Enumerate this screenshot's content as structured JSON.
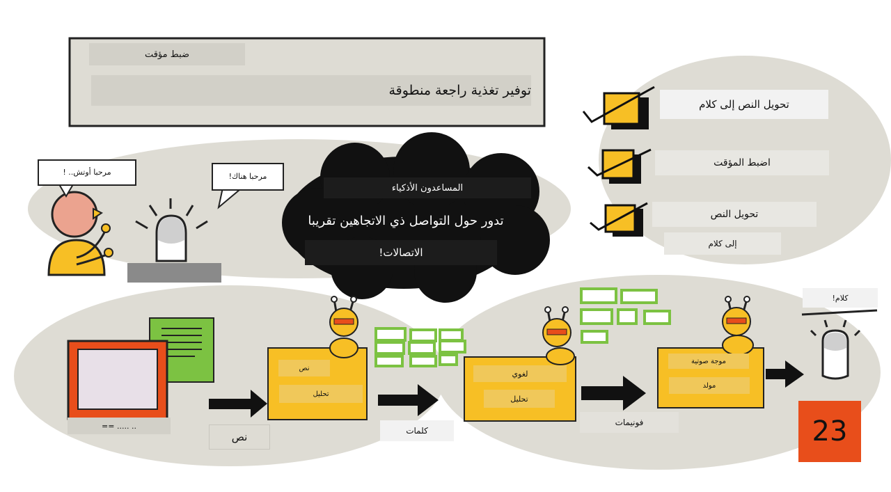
{
  "header": {
    "subtitle": "ضبط مؤقت",
    "title": "توفير تغذية راجعة منطوقة"
  },
  "conversation": {
    "person_bubble": "مرحبا أوتش.. !",
    "device_bubble": "مرحبا هناك!"
  },
  "cloud": {
    "line1": "المساعدون الأذكياء",
    "line2": "تدور حول التواصل ذي الاتجاهين تقريبا",
    "line3": "الاتصالات!"
  },
  "checklist": {
    "item1": "تحويل النص إلى كلام",
    "item2": "اضبط المؤقت",
    "item3_line1": "تحويل النص",
    "item3_line2": "إلى كلام"
  },
  "pipeline": {
    "screen_caption": "== ..... ..",
    "arrow1_label": "نص",
    "box1_label1": "نص",
    "box1_label2": "تحليل",
    "arrow2_label": "كلمات",
    "box2_label1": "لغوي",
    "box2_label2": "تحليل",
    "arrow3_label": "فونيمات",
    "box3_label1": "موجة صوتية",
    "box3_label2": "مولد",
    "speech_label": "كلام!"
  },
  "page_number": "23",
  "colors": {
    "blob": "#dedcd4",
    "yellow": "#f7bf25",
    "orange_badge": "#e84e1b",
    "green": "#7cc242",
    "red_monitor": "#e84e1b"
  }
}
